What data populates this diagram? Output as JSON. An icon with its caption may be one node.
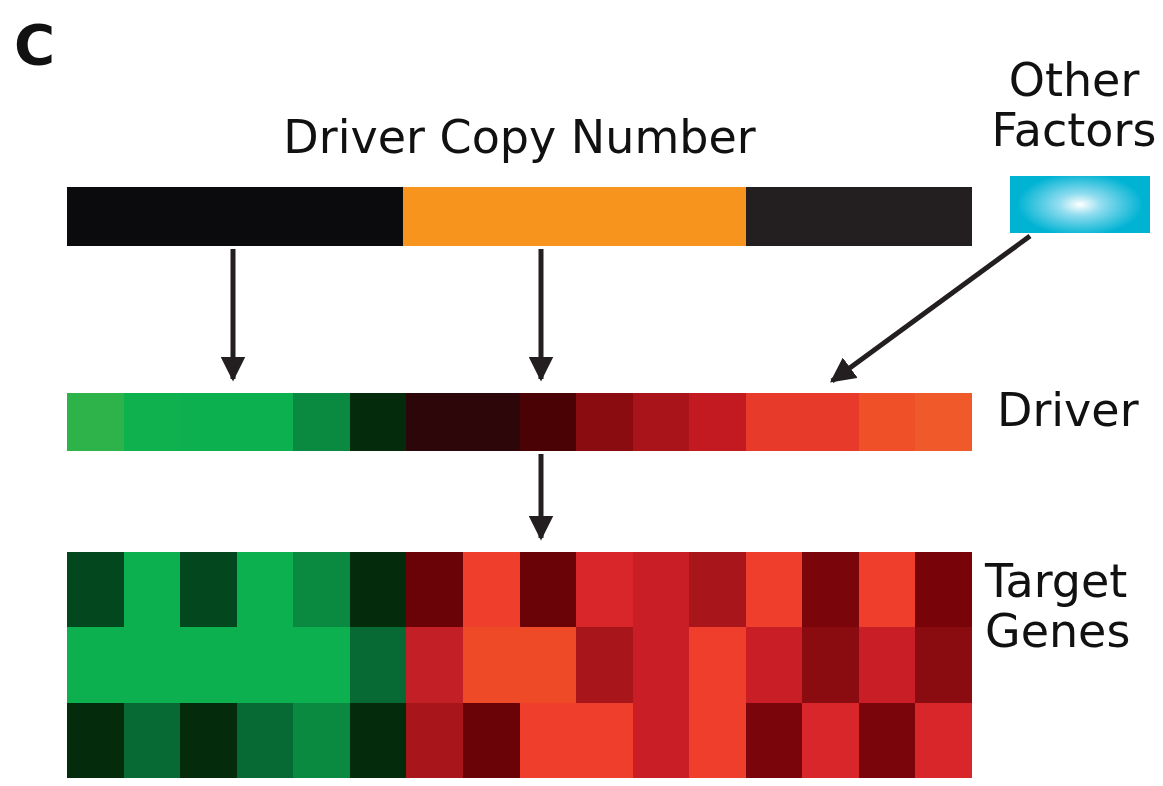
{
  "diagram": {
    "nodes": [
      {
        "text": [
          "Driver Copy Number"
        ]
      },
      {
        "text": [
          "Other Factors"
        ]
      },
      {
        "text": [
          "Driver"
        ]
      },
      {
        "text": [
          "Target Genes"
        ]
      }
    ],
    "edges": [
      {
        "from": 0,
        "to": 2,
        "arrow": "to"
      },
      {
        "from": 0,
        "to": 2,
        "arrow": "to"
      },
      {
        "from": 1,
        "to": 2,
        "arrow": "to"
      },
      {
        "from": 2,
        "to": 3,
        "arrow": "to"
      }
    ],
    "labels": [
      "C"
    ]
  }
}
